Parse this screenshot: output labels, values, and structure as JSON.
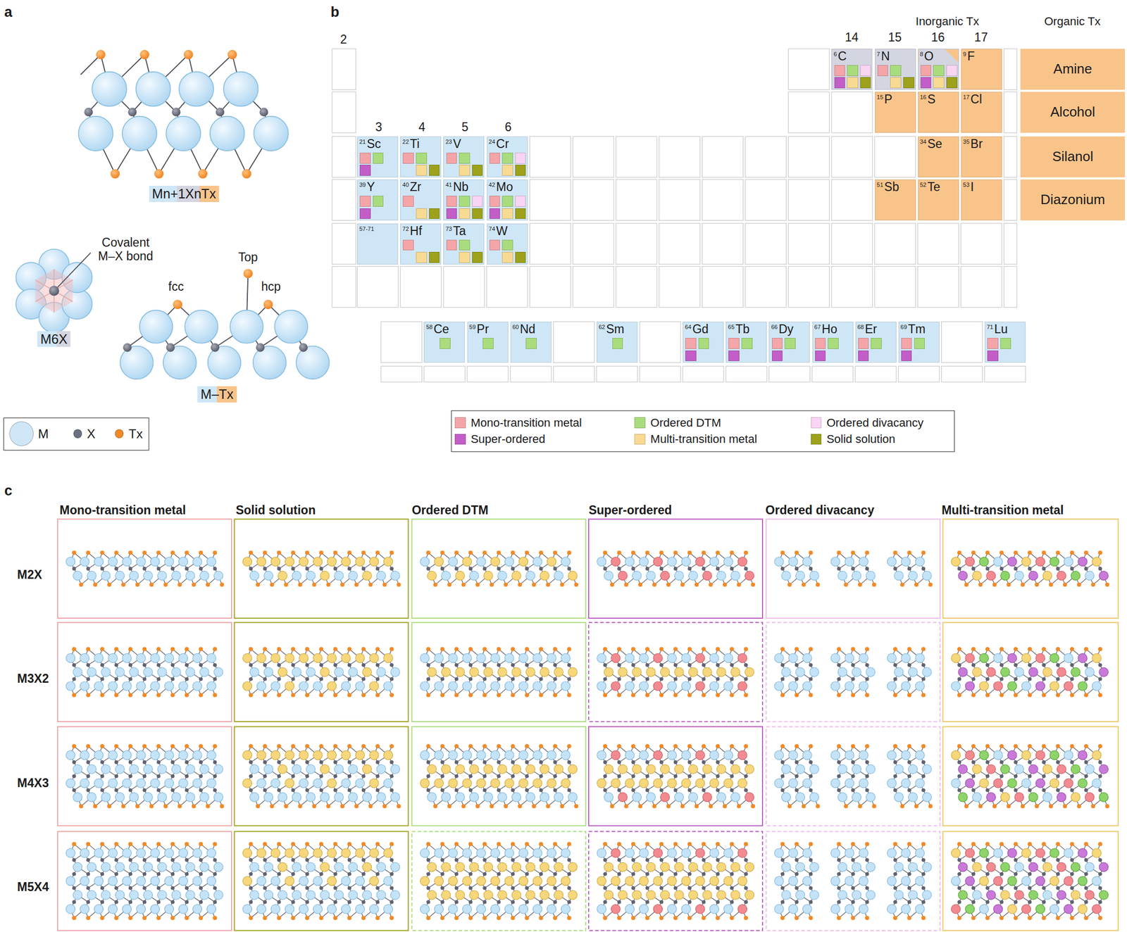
{
  "diagram": {
    "nodes": [
      {
        "text": [
          "Mn+1XnTx"
        ]
      },
      {
        "text": [
          "M6X"
        ]
      },
      {
        "text": [
          "M–Tx"
        ]
      },
      {
        "text": [
          "6",
          "C"
        ]
      },
      {
        "text": [
          "7",
          "N"
        ]
      },
      {
        "text": [
          "8",
          "O"
        ]
      },
      {
        "text": [
          "9",
          "F"
        ]
      },
      {
        "text": [
          "Amine"
        ]
      },
      {
        "text": [
          "15",
          "P"
        ]
      },
      {
        "text": [
          "16",
          "S"
        ]
      },
      {
        "text": [
          "17",
          "Cl"
        ]
      },
      {
        "text": [
          "Alcohol"
        ]
      },
      {
        "text": [
          "21",
          "Sc"
        ]
      },
      {
        "text": [
          "22",
          "Ti"
        ]
      },
      {
        "text": [
          "23",
          "V"
        ]
      },
      {
        "text": [
          "24",
          "Cr"
        ]
      },
      {
        "text": [
          "34",
          "Se"
        ]
      },
      {
        "text": [
          "35",
          "Br"
        ]
      },
      {
        "text": [
          "Silanol"
        ]
      },
      {
        "text": [
          "39",
          "Y"
        ]
      },
      {
        "text": [
          "40",
          "Zr"
        ]
      },
      {
        "text": [
          "41",
          "Nb"
        ]
      },
      {
        "text": [
          "42",
          "Mo"
        ]
      },
      {
        "text": [
          "51",
          "Sb"
        ]
      },
      {
        "text": [
          "52",
          "Te"
        ]
      },
      {
        "text": [
          "53",
          "I"
        ]
      },
      {
        "text": [
          "Diazonium"
        ]
      },
      {
        "text": [
          "57-71"
        ]
      },
      {
        "text": [
          "72",
          "Hf"
        ]
      },
      {
        "text": [
          "73",
          "Ta"
        ]
      },
      {
        "text": [
          "74",
          "W"
        ]
      },
      {
        "text": [
          "58",
          "Ce"
        ]
      },
      {
        "text": [
          "59",
          "Pr"
        ]
      },
      {
        "text": [
          "60",
          "Nd"
        ]
      },
      {
        "text": [
          "62",
          "Sm"
        ]
      },
      {
        "text": [
          "64",
          "Gd"
        ]
      },
      {
        "text": [
          "65",
          "Tb"
        ]
      },
      {
        "text": [
          "66",
          "Dy"
        ]
      },
      {
        "text": [
          "67",
          "Ho"
        ]
      },
      {
        "text": [
          "68",
          "Er"
        ]
      },
      {
        "text": [
          "69",
          "Tm"
        ]
      },
      {
        "text": [
          "71",
          "Lu"
        ]
      }
    ],
    "labels": [
      "a",
      "b",
      "2",
      "Inorganic Tx",
      "Organic Tx",
      "14",
      "15",
      "16",
      "17",
      "3",
      "4",
      "5",
      "6",
      "Covalent M–X bond",
      "Top",
      "fcc",
      "hcp",
      "c",
      "Mono-transition metal",
      "Solid solution",
      "Ordered DTM",
      "Super-ordered",
      "Ordered divacancy",
      "Multi-transition metal",
      "M2X",
      "M3X2",
      "M4X3",
      "M5X4"
    ],
    "legend": [
      {
        "text": "M",
        "color": "#cfe6f7"
      },
      {
        "text": "X",
        "color": "#6d7080"
      },
      {
        "text": "Tx",
        "color": "#f28a26"
      },
      {
        "text": "Mono-transition metal",
        "color": "#f4a5a8"
      },
      {
        "text": "Ordered DTM",
        "color": "#a9dc7d"
      },
      {
        "text": "Ordered divacancy",
        "color": "#f8d5f2"
      },
      {
        "text": "Super-ordered",
        "color": "#c35dc8"
      },
      {
        "text": "Multi-transition metal",
        "color": "#f8da92"
      },
      {
        "text": "Solid solution",
        "color": "#9da11b"
      }
    ]
  }
}
